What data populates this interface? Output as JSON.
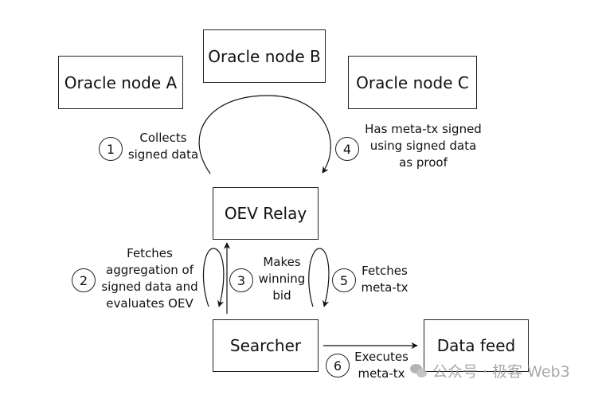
{
  "nodes": {
    "oracle_a": "Oracle node A",
    "oracle_b": "Oracle node B",
    "oracle_c": "Oracle node C",
    "relay": "OEV Relay",
    "searcher": "Searcher",
    "data_feed": "Data feed"
  },
  "steps": [
    {
      "num": "1",
      "lines": [
        "Collects",
        "signed data"
      ]
    },
    {
      "num": "2",
      "lines": [
        "Fetches",
        "aggregation of",
        "signed data and",
        "evaluates OEV"
      ]
    },
    {
      "num": "3",
      "lines": [
        "Makes",
        "winning",
        "bid"
      ]
    },
    {
      "num": "4",
      "lines": [
        "Has meta-tx signed",
        "using signed data",
        "as proof"
      ]
    },
    {
      "num": "5",
      "lines": [
        "Fetches",
        "meta-tx"
      ]
    },
    {
      "num": "6",
      "lines": [
        "Executes",
        "meta-tx"
      ]
    }
  ],
  "watermark": {
    "icon": "wechat-icon",
    "text": "公众号 · 极客 Web3"
  }
}
